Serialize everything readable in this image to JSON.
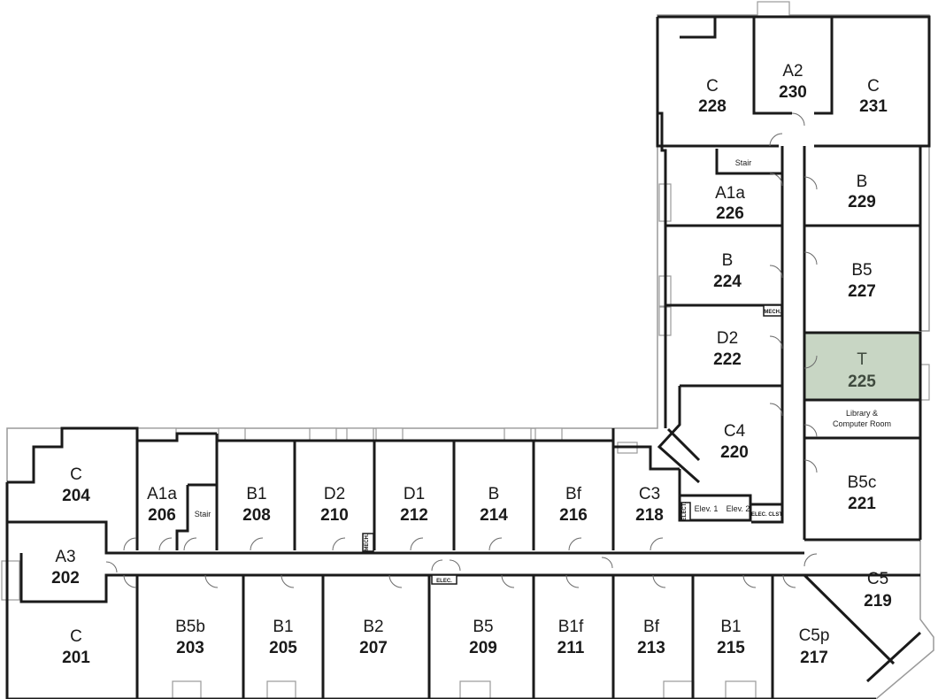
{
  "floor_plan": {
    "rooms": [
      {
        "id": "r228",
        "type": "C",
        "number": "228"
      },
      {
        "id": "r230",
        "type": "A2",
        "number": "230"
      },
      {
        "id": "r231",
        "type": "C",
        "number": "231"
      },
      {
        "id": "r226",
        "type": "A1a",
        "number": "226"
      },
      {
        "id": "r229",
        "type": "B",
        "number": "229"
      },
      {
        "id": "r224",
        "type": "B",
        "number": "224"
      },
      {
        "id": "r227",
        "type": "B5",
        "number": "227"
      },
      {
        "id": "r222",
        "type": "D2",
        "number": "222"
      },
      {
        "id": "r225",
        "type": "T",
        "number": "225",
        "highlighted": true
      },
      {
        "id": "r220",
        "type": "C4",
        "number": "220"
      },
      {
        "id": "r221",
        "type": "B5c",
        "number": "221"
      },
      {
        "id": "r219",
        "type": "C5",
        "number": "219"
      },
      {
        "id": "r217",
        "type": "C5p",
        "number": "217"
      },
      {
        "id": "r204",
        "type": "C",
        "number": "204"
      },
      {
        "id": "r206",
        "type": "A1a",
        "number": "206"
      },
      {
        "id": "r208",
        "type": "B1",
        "number": "208"
      },
      {
        "id": "r210",
        "type": "D2",
        "number": "210"
      },
      {
        "id": "r212",
        "type": "D1",
        "number": "212"
      },
      {
        "id": "r214",
        "type": "B",
        "number": "214"
      },
      {
        "id": "r216",
        "type": "Bf",
        "number": "216"
      },
      {
        "id": "r218",
        "type": "C3",
        "number": "218"
      },
      {
        "id": "r202",
        "type": "A3",
        "number": "202"
      },
      {
        "id": "r201",
        "type": "C",
        "number": "201"
      },
      {
        "id": "r203",
        "type": "B5b",
        "number": "203"
      },
      {
        "id": "r205",
        "type": "B1",
        "number": "205"
      },
      {
        "id": "r207",
        "type": "B2",
        "number": "207"
      },
      {
        "id": "r209",
        "type": "B5",
        "number": "209"
      },
      {
        "id": "r211",
        "type": "B1f",
        "number": "211"
      },
      {
        "id": "r213",
        "type": "Bf",
        "number": "213"
      },
      {
        "id": "r215",
        "type": "B1",
        "number": "215"
      }
    ],
    "labels": {
      "stair_north": "Stair",
      "stair_west": "Stair",
      "library_line1": "Library &",
      "library_line2": "Computer Room",
      "elev1": "Elev. 1",
      "elev2": "Elev. 2",
      "elec_clst": "ELEC. CLST.",
      "elec_corridor": "ELEC.",
      "mech_north": "MECH.",
      "mech_west": "MECH.",
      "elect_small": "ELECT."
    },
    "colors": {
      "highlight": "#c8d6c4",
      "walls": "#1a1a1a",
      "outline": "#9a9a9a"
    }
  }
}
